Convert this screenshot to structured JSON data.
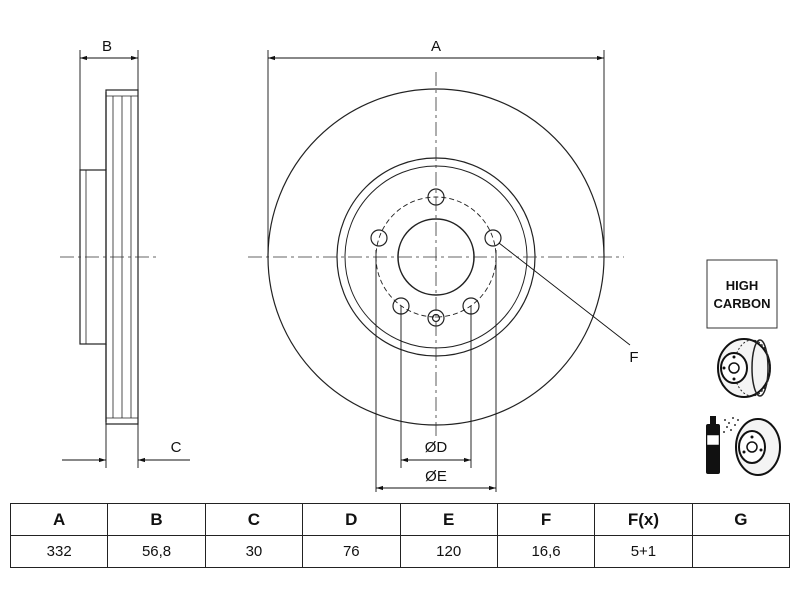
{
  "dimension_labels": {
    "a": "A",
    "b": "B",
    "c": "C",
    "d": "ØD",
    "e": "ØE",
    "f": "F"
  },
  "badge": {
    "line1": "HIGH",
    "line2": "CARBON"
  },
  "icons": [
    "high-carbon-icon",
    "disc-hub-icon",
    "coated-disc-spray-icon"
  ],
  "spec_table": {
    "headers": [
      "A",
      "B",
      "C",
      "D",
      "E",
      "F",
      "F(x)",
      "G"
    ],
    "values": [
      "332",
      "56,8",
      "30",
      "76",
      "120",
      "16,6",
      "5+1",
      ""
    ]
  }
}
